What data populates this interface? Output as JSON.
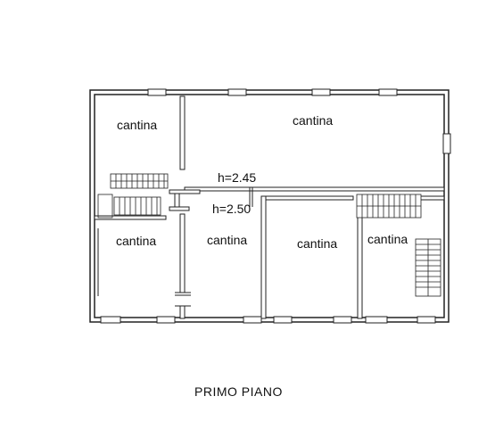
{
  "title": "PRIMO PIANO",
  "rooms": {
    "r1": "cantina",
    "r2": "cantina",
    "r3": "cantina",
    "r4": "cantina",
    "r5": "cantina",
    "r6": "cantina"
  },
  "heights": {
    "h1": "h=2.45",
    "h2": "h=2.50"
  }
}
